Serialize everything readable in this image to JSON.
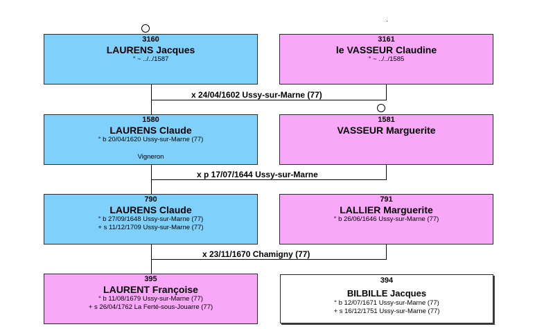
{
  "persons": [
    {
      "id": "p3160",
      "number": "3160",
      "name": "LAURENS Jacques",
      "events": [
        "° ~ ../../1587"
      ],
      "occupation": "",
      "sex": "male"
    },
    {
      "id": "p3161",
      "number": "3161",
      "name": "le VASSEUR Claudine",
      "events": [
        "° ~ ../../1585"
      ],
      "occupation": "",
      "sex": "female"
    },
    {
      "id": "p1580",
      "number": "1580",
      "name": "LAURENS Claude",
      "events": [
        "° b 20/04/1620 Ussy-sur-Marne (77)"
      ],
      "occupation": "Vigneron",
      "sex": "male"
    },
    {
      "id": "p1581",
      "number": "1581",
      "name": "VASSEUR Marguerite",
      "events": [],
      "occupation": "",
      "sex": "female"
    },
    {
      "id": "p790",
      "number": "790",
      "name": "LAURENS Claude",
      "events": [
        "° b 27/09/1648 Ussy-sur-Marne (77)",
        "+ s 11/12/1709 Ussy-sur-Marne (77)"
      ],
      "occupation": "",
      "sex": "male"
    },
    {
      "id": "p791",
      "number": "791",
      "name": "LALLIER Marguerite",
      "events": [
        "° b 26/06/1646 Ussy-sur-Marne (77)"
      ],
      "occupation": "",
      "sex": "female"
    },
    {
      "id": "p395",
      "number": "395",
      "name": "LAURENT Françoise",
      "events": [
        "° b 11/08/1679 Ussy-sur-Marne (77)",
        "+ s 26/04/1762 La Ferté-sous-Jouarre (77)"
      ],
      "occupation": "",
      "sex": "female"
    },
    {
      "id": "p394",
      "number": "394",
      "name": "BILBILLE Jacques",
      "events": [
        "° b 12/07/1671 Ussy-sur-Marne (77)",
        "+ s 16/12/1751 Ussy-sur-Marne (77)"
      ],
      "occupation": "",
      "sex": "male"
    }
  ],
  "marriages": [
    {
      "label": "x 24/04/1602 Ussy-sur-Marne (77)"
    },
    {
      "label": "x p 17/07/1644 Ussy-sur-Marne"
    },
    {
      "label": "x 23/11/1670 Chamigny (77)"
    }
  ],
  "colors": {
    "male": "#7fd0fb",
    "female": "#f9a8f9",
    "plain": "#ffffff",
    "line": "#000000"
  }
}
